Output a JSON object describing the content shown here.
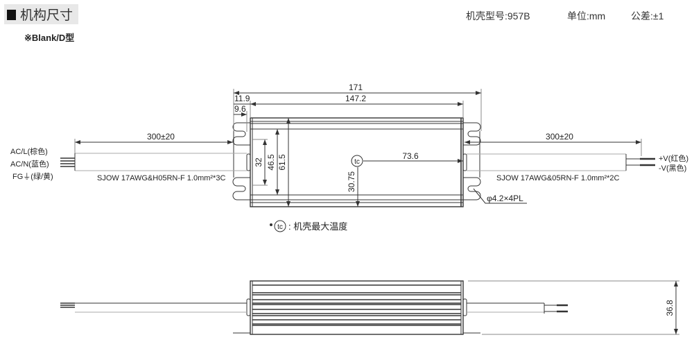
{
  "header": {
    "title": "机构尺寸",
    "case_model": "机壳型号:957B",
    "unit": "单位:mm",
    "tolerance": "公差:±1"
  },
  "subtitle": "※Blank/D型",
  "top_view": {
    "dims": {
      "overall_length": "171",
      "body_length": "147.2",
      "flange_offset": "11.9",
      "slot_offset": "9.6",
      "slot_pitch": "32",
      "inner_width": "46.5",
      "body_width": "61.5",
      "tc_y": "30.75",
      "tc_x": "73.6"
    },
    "input_cable": {
      "length": "300±20",
      "spec": "SJOW 17AWG&H05RN-F 1.0mm²*3C",
      "wires": [
        "AC/L(棕色)",
        "AC/N(蓝色)",
        "FG⏚(绿/黄)"
      ]
    },
    "output_cable": {
      "length": "300±20",
      "spec": "SJOW 17AWG&05RN-F 1.0mm²*2C",
      "wires": [
        "+V(红色)",
        "-V(黑色)"
      ]
    },
    "hole_note": "φ4.2×4PL",
    "tc_label": "tc"
  },
  "tc_note": "机壳最大温度",
  "side_view": {
    "height": "36.8"
  }
}
